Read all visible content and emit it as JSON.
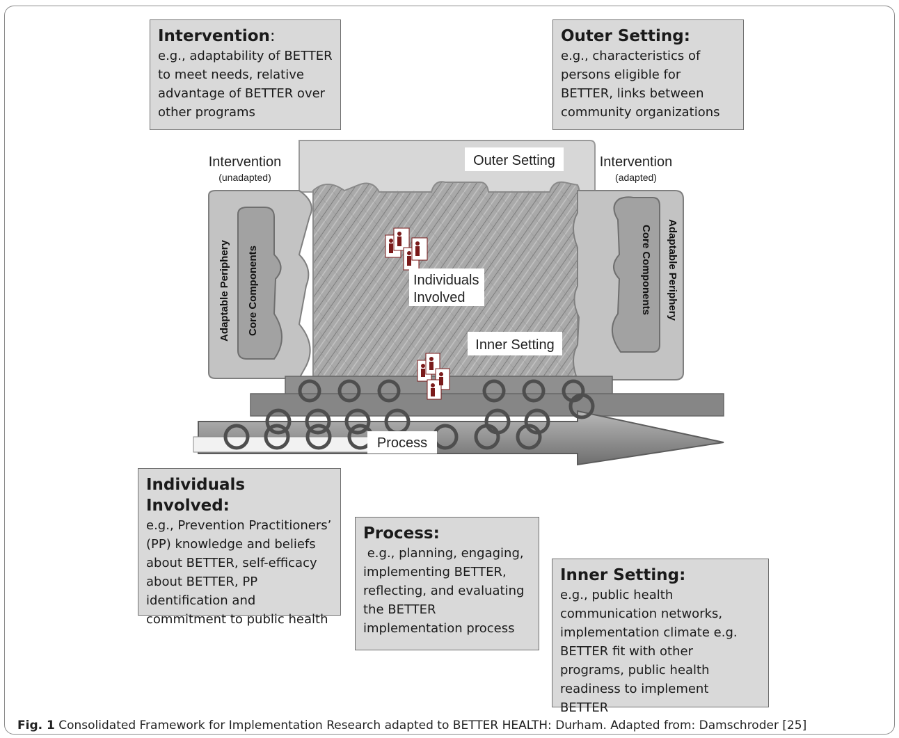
{
  "boxes": {
    "intervention": {
      "title": "Intervention",
      "title_suffix": ":",
      "text": "e.g., adaptability of BETTER to meet needs, relative advantage of BETTER over other programs"
    },
    "outer_setting": {
      "title": "Outer Setting:",
      "text": "e.g., characteristics of persons eligible for BETTER, links between community organizations"
    },
    "individuals_involved": {
      "title": "Individuals Involved:",
      "text": "e.g., Prevention Practitioners’ (PP) knowledge and beliefs about BETTER, self-efficacy about BETTER, PP identification and commitment to public health"
    },
    "process": {
      "title": "Process:",
      "text": " e.g., planning, engaging, implementing BETTER, reflecting, and evaluating the BETTER implementation process"
    },
    "inner_setting": {
      "title": "Inner Setting:",
      "text": "e.g., public health communication networks, implementation climate e.g. BETTER fit with other programs, public health readiness to implement BETTER"
    }
  },
  "diagram": {
    "outer_setting_label": "Outer Setting",
    "intervention_left_label": "Intervention",
    "intervention_left_sub": "(unadapted)",
    "intervention_right_label": "Intervention",
    "intervention_right_sub": "(adapted)",
    "adaptable_periphery": "Adaptable Periphery",
    "core_components": "Core Components",
    "individuals_line1": "Individuals",
    "individuals_line2": "Involved",
    "inner_setting_label": "Inner Setting",
    "process_label": "Process"
  },
  "caption": {
    "label": "Fig. 1",
    "text": " Consolidated Framework for Implementation Research adapted to BETTER HEALTH: Durham. Adapted from: Damschroder [25]"
  }
}
